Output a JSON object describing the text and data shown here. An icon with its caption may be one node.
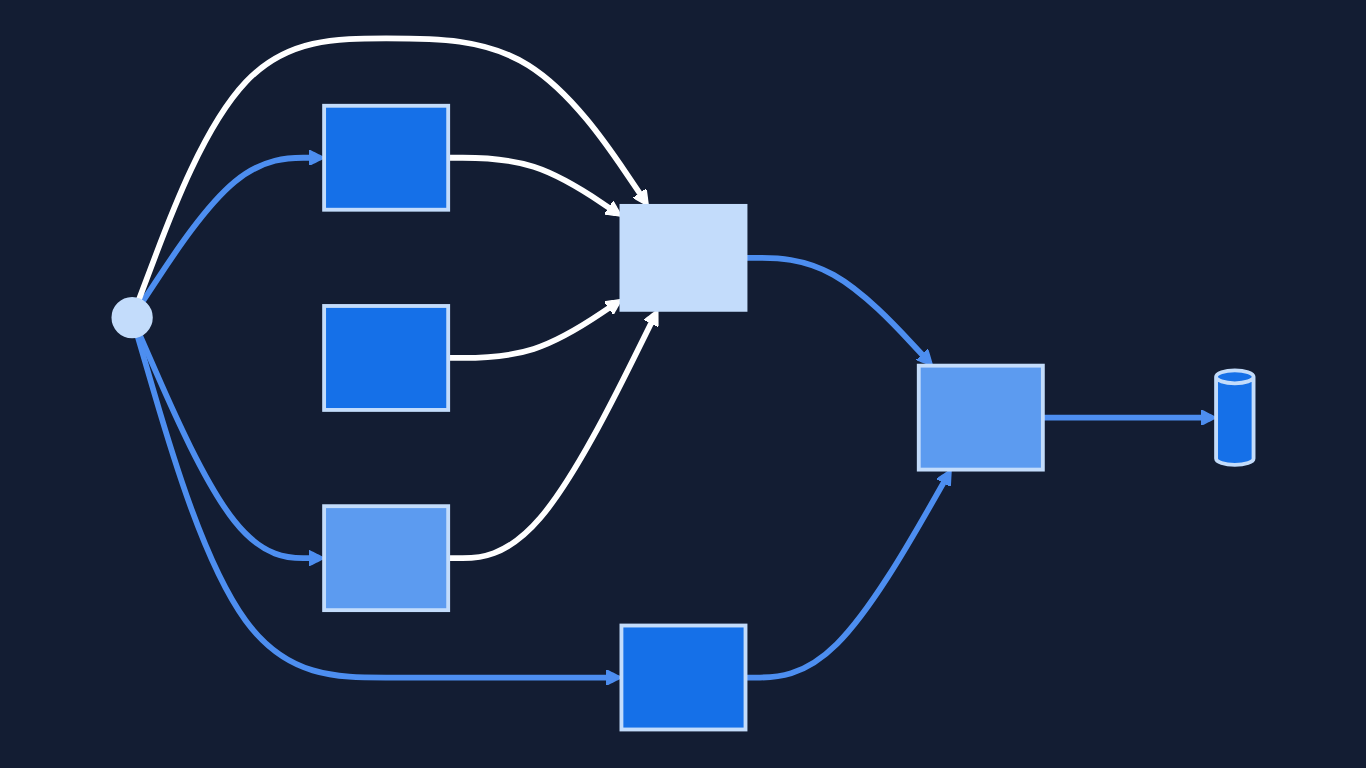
{
  "diagram": {
    "nodes": [
      {
        "text": [],
        "shape": "person"
      },
      {
        "text": [],
        "shape": "box"
      },
      {
        "text": [],
        "shape": "box"
      },
      {
        "text": [],
        "shape": "box"
      },
      {
        "text": [],
        "shape": "box"
      },
      {
        "text": [],
        "shape": "box"
      },
      {
        "text": [],
        "shape": "box"
      },
      {
        "text": [],
        "shape": "cylinder"
      }
    ],
    "edges": [
      {
        "from": 0,
        "to": 1,
        "arrow": "to"
      },
      {
        "from": 0,
        "to": 4,
        "arrow": "to",
        "color": "#ffffff"
      },
      {
        "from": 0,
        "to": 3,
        "arrow": "to"
      },
      {
        "from": 0,
        "to": 6,
        "arrow": "to"
      },
      {
        "from": 1,
        "to": 4,
        "arrow": "to",
        "color": "#ffffff"
      },
      {
        "from": 2,
        "to": 4,
        "arrow": "to",
        "color": "#ffffff"
      },
      {
        "from": 3,
        "to": 4,
        "arrow": "to",
        "color": "#ffffff"
      },
      {
        "from": 4,
        "to": 5,
        "arrow": "to"
      },
      {
        "from": 6,
        "to": 5,
        "arrow": "to"
      },
      {
        "from": 5,
        "to": 7,
        "arrow": "to"
      }
    ]
  }
}
